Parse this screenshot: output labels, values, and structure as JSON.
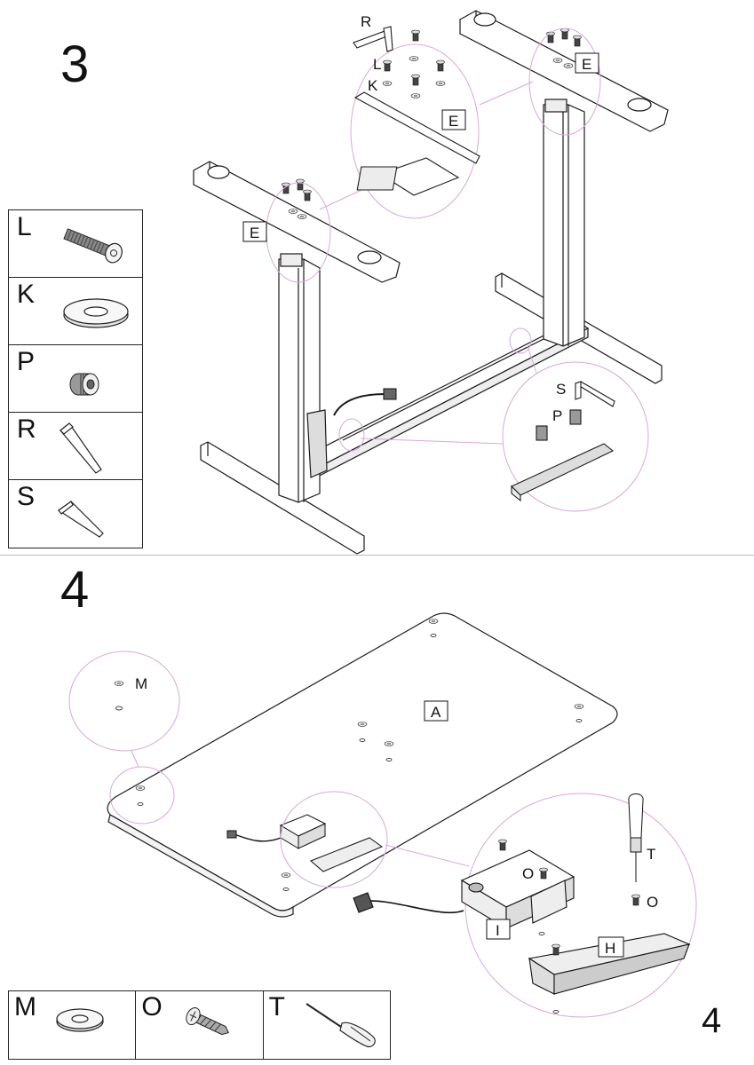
{
  "steps": {
    "step3": "3",
    "step4": "4"
  },
  "page_number": "4",
  "parts_step3": [
    {
      "letter": "L",
      "icon": "bolt-icon"
    },
    {
      "letter": "K",
      "icon": "washer-icon"
    },
    {
      "letter": "P",
      "icon": "threaded-insert-icon"
    },
    {
      "letter": "R",
      "icon": "hex-key-icon"
    },
    {
      "letter": "S",
      "icon": "hex-key-icon"
    }
  ],
  "parts_step4": [
    {
      "letter": "M",
      "icon": "washer-icon"
    },
    {
      "letter": "O",
      "icon": "screw-icon"
    },
    {
      "letter": "T",
      "icon": "screwdriver-icon"
    }
  ],
  "labels": {
    "step3": {
      "r": "R",
      "l": "L",
      "k": "K",
      "e_callout": "E",
      "e_top": "E",
      "e_left": "E",
      "s": "S",
      "p": "P"
    },
    "step4": {
      "m": "M",
      "a": "A",
      "o1": "O",
      "o2": "O",
      "t": "T",
      "i": "I",
      "h": "H"
    }
  },
  "colors": {
    "line": "#1a1a1a",
    "callout": "#d8a8d8",
    "fill": "#ffffff",
    "shade": "#d9d9d9"
  }
}
